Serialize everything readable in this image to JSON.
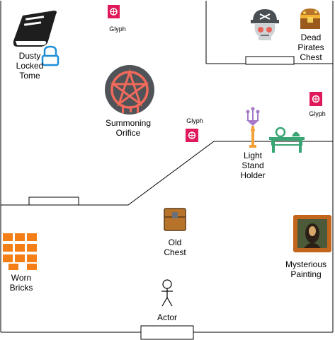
{
  "labels": {
    "dusty_tome": [
      "Dusty",
      "Locked",
      "Tome"
    ],
    "glyph_top": "Glyph",
    "glyph_mid": "Glyph",
    "glyph_right": "Glyph",
    "summoning": [
      "Summoning",
      "Orifice"
    ],
    "dead_pirates": [
      "Dead",
      "Pirates",
      "Chest"
    ],
    "light_stand": [
      "Light",
      "Stand",
      "Holder"
    ],
    "old_chest": [
      "Old",
      "Chest"
    ],
    "worn_bricks": [
      "Worn",
      "Bricks"
    ],
    "mysterious_painting": [
      "Mysterious",
      "Painting"
    ],
    "actor": "Actor"
  },
  "icons": {
    "book": "book-icon",
    "lock": "padlock-icon",
    "glyph": "glyph-tile-icon",
    "summoning": "pentagram-icon",
    "pirate": "pirate-skull-icon",
    "treasure": "treasure-chest-icon",
    "candelabra": "candelabra-icon",
    "table": "green-table-icon",
    "chest": "wooden-chest-icon",
    "bricks": "orange-bricks-icon",
    "painting": "framed-portrait-icon",
    "actor": "stick-figure-icon"
  },
  "colors": {
    "wall": "#000000",
    "glyph": "#e0195a",
    "summoning_bg": "#505357",
    "summoning_mark": "#f26a5b",
    "lock": "#1f8fd6",
    "bricks": "#f57f17",
    "table": "#3aa574",
    "candelabra_lilac": "#a679c7",
    "candelabra_orange": "#f2a13b",
    "chest_wood": "#b8732a",
    "painting_frame": "#c2661e"
  }
}
